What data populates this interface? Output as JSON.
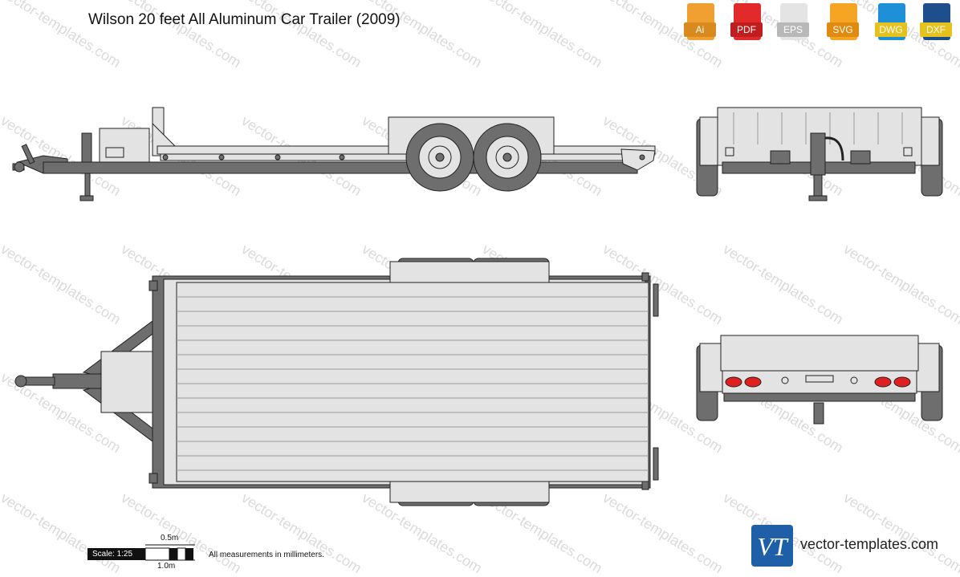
{
  "title": "Wilson 20 feet All Aluminum Car Trailer (2009)",
  "formats": [
    {
      "label": "Ai",
      "color": "#f0a030",
      "band": "#d98a1e"
    },
    {
      "label": "PDF",
      "color": "#e32a2a",
      "band": "#c01e1e"
    },
    {
      "label": "EPS",
      "color": "#e4e4e4",
      "band": "#b8b8b8"
    },
    {
      "label": "SVG",
      "color": "#f5a424",
      "band": "#e08a10"
    },
    {
      "label": "DWG",
      "color": "#1e90d8",
      "band": "#e6c21e"
    },
    {
      "label": "DXF",
      "color": "#1f4e8c",
      "band": "#e6c21e"
    }
  ],
  "scale": {
    "label": "Scale: 1:25",
    "half_meter": "0.5m",
    "one_meter": "1.0m",
    "note": "All measurements in millimeters."
  },
  "brand": {
    "site": "vector-templates.com",
    "logo_text": "VT",
    "logo_color": "#1f5fa8"
  },
  "watermark": "vector-templates.com",
  "colors": {
    "frame": "#6e6e6e",
    "body": "#e3e3e3",
    "outline": "#222222",
    "taillight": "#e02020"
  }
}
